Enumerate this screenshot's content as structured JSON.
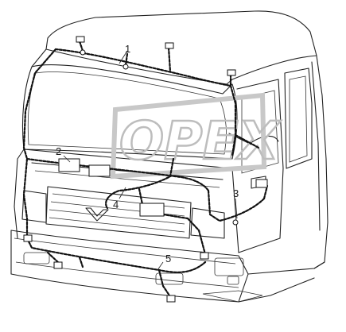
{
  "diagram": {
    "callouts": [
      {
        "id": "1",
        "label": "1"
      },
      {
        "id": "2",
        "label": "2"
      },
      {
        "id": "3",
        "label": "3"
      },
      {
        "id": "4",
        "label": "4"
      },
      {
        "id": "5",
        "label": "5"
      }
    ],
    "watermark": {
      "text": "OPEX",
      "color": "#bdbdbd"
    },
    "colors": {
      "line": "#222222",
      "harness": "#111111",
      "background": "#ffffff"
    }
  }
}
